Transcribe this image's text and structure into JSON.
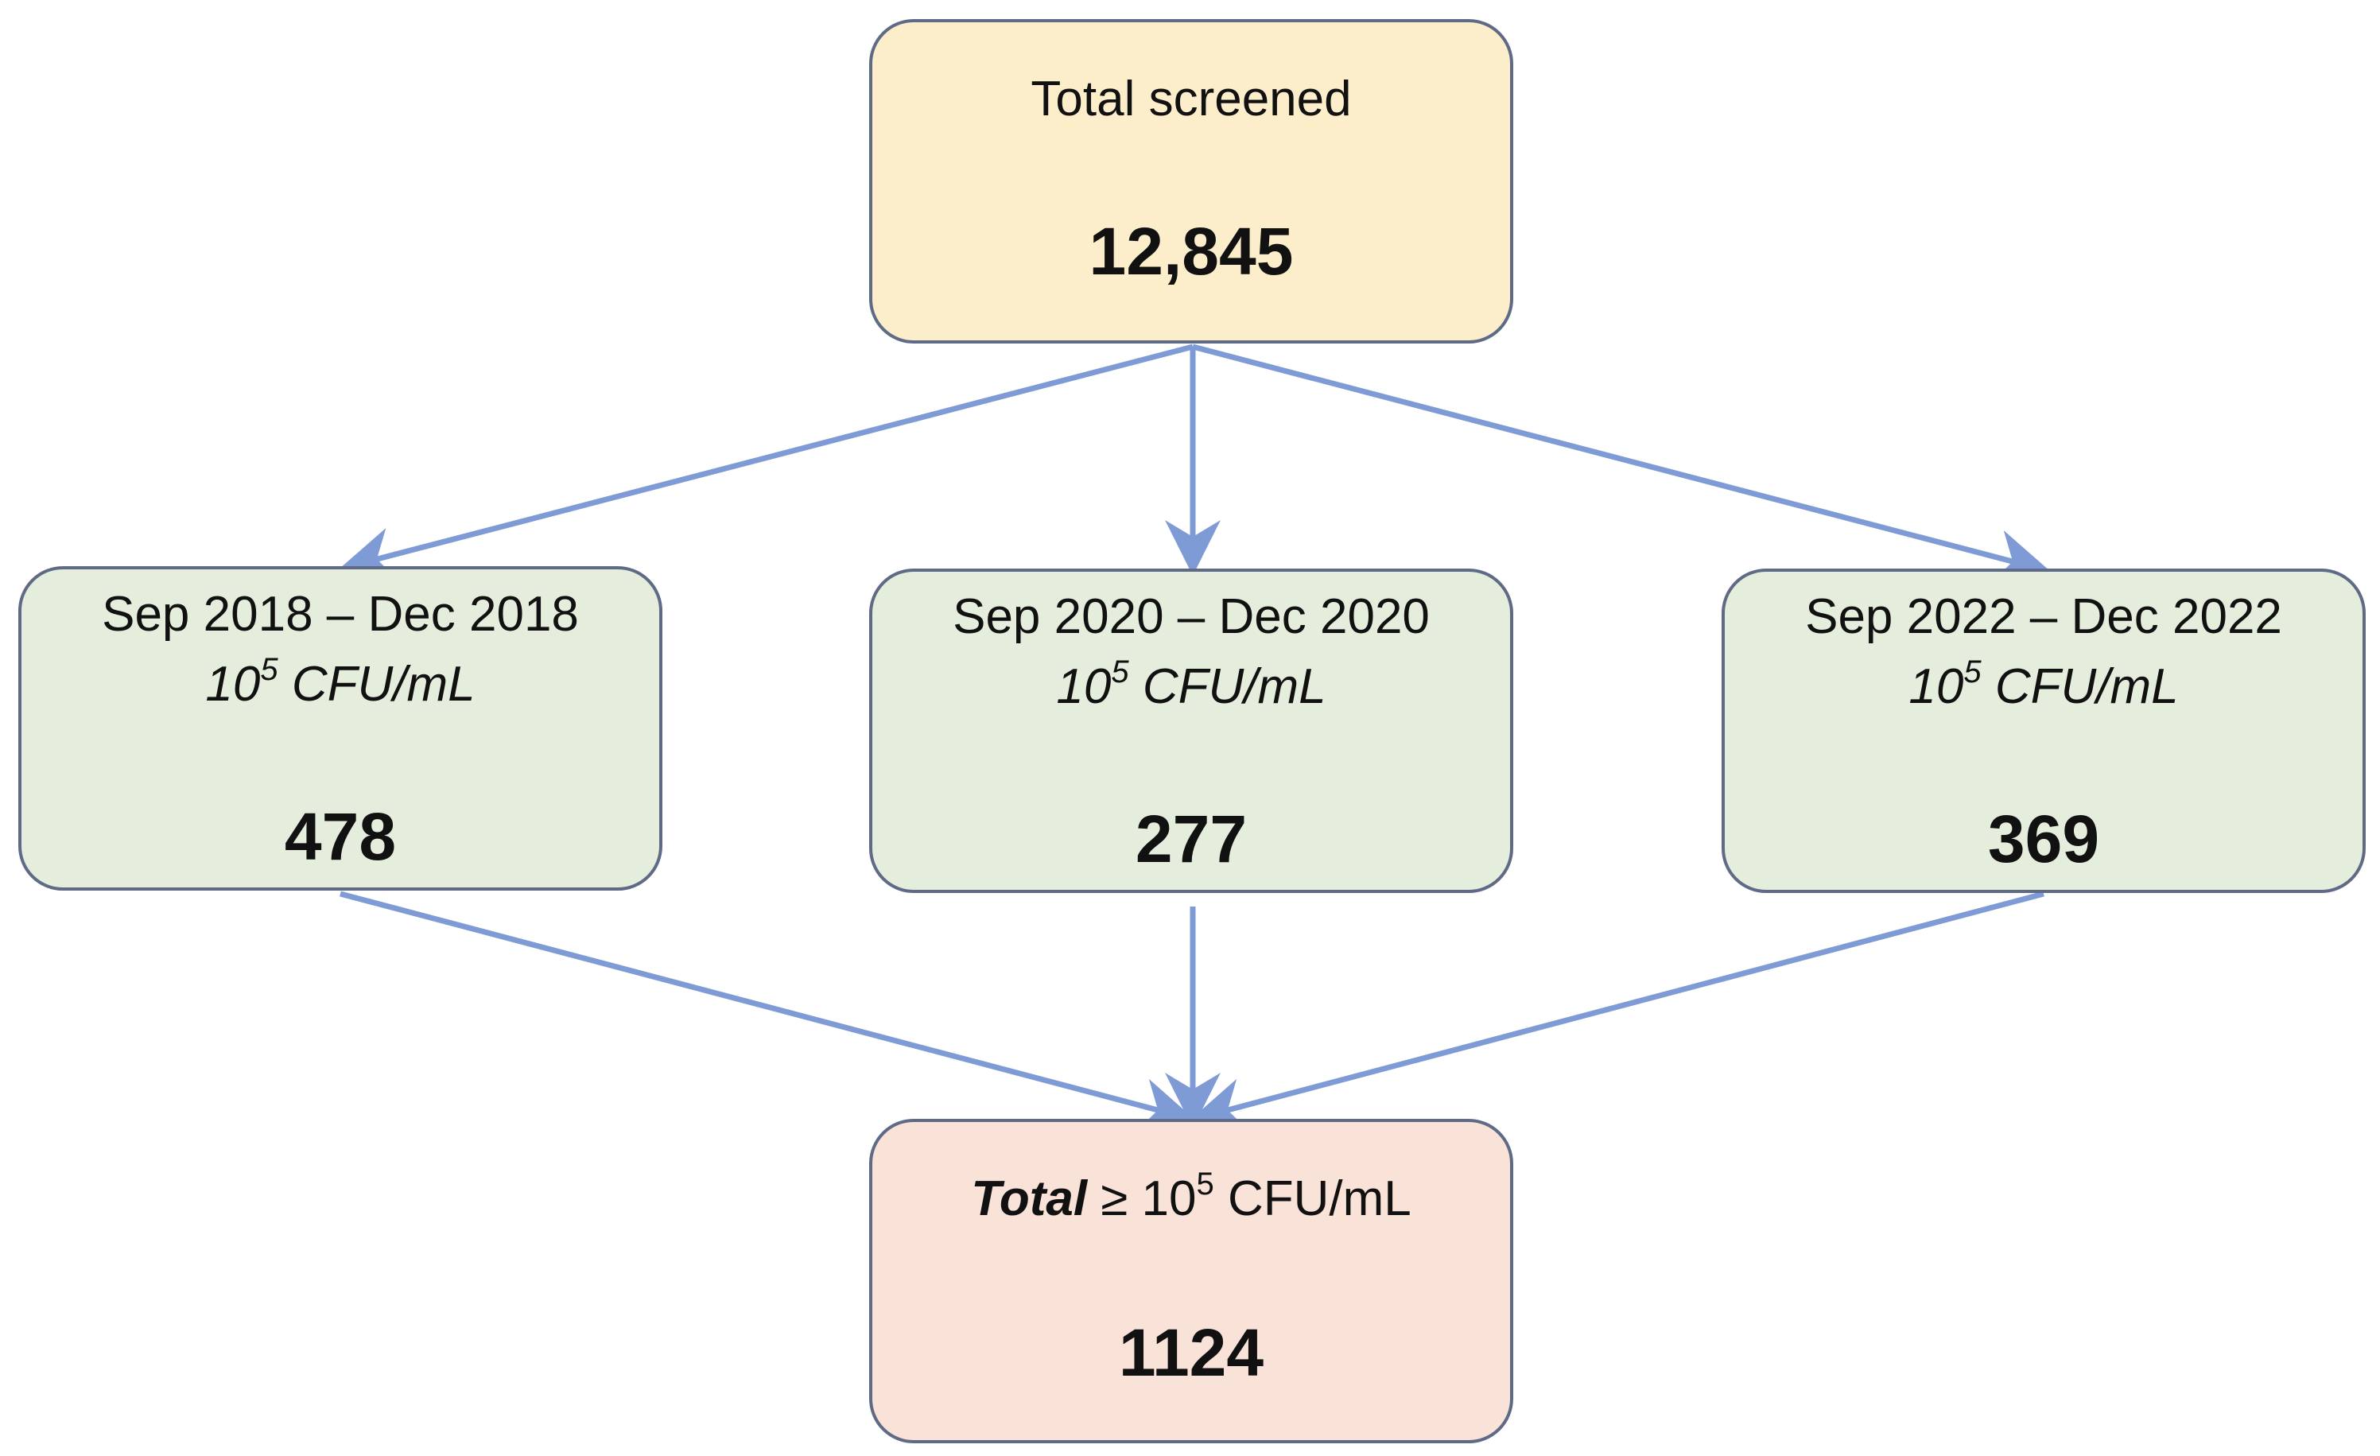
{
  "top": {
    "label": "Total screened",
    "value": "12,845"
  },
  "periods": [
    {
      "label": "Sep 2018 – Dec 2018",
      "unit_base": "10",
      "unit_exp": "5",
      "unit_rest": " CFU/mL",
      "value": "478"
    },
    {
      "label": "Sep 2020 – Dec 2020",
      "unit_base": "10",
      "unit_exp": "5",
      "unit_rest": " CFU/mL",
      "value": "277"
    },
    {
      "label": "Sep 2022 – Dec 2022",
      "unit_base": "10",
      "unit_exp": "5",
      "unit_rest": " CFU/mL",
      "value": "369"
    }
  ],
  "bottom": {
    "label_emph": "Total",
    "label_rest": " ≥ 10",
    "label_exp": "5",
    "label_unit": " CFU/mL",
    "value": "1124"
  },
  "colors": {
    "arrow": "#7f9bd6",
    "top_fill": "#fdeecb",
    "middle_fill": "#e5eedc",
    "bottom_fill": "#f9e2d7",
    "border": "#5f6b86"
  }
}
